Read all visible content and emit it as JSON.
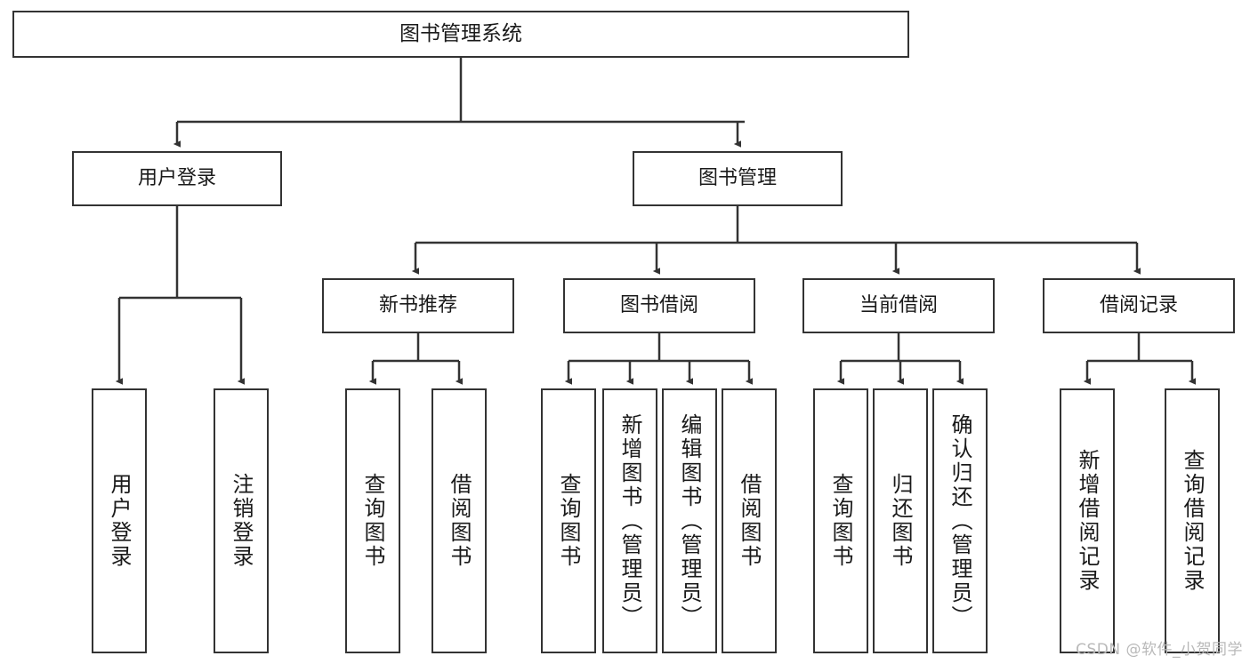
{
  "diagram": {
    "title": "图书管理系统",
    "type": "tree",
    "watermark": "CSDN @软件_小贺同学",
    "colors": {
      "stroke": "#333333",
      "fill": "#ffffff",
      "text": "#1a1a1a",
      "watermark": "#b9b9b9"
    },
    "root": {
      "label": "图书管理系统"
    },
    "level2": [
      {
        "label": "用户登录"
      },
      {
        "label": "图书管理"
      }
    ],
    "level3": [
      {
        "label": "新书推荐"
      },
      {
        "label": "图书借阅"
      },
      {
        "label": "当前借阅"
      },
      {
        "label": "借阅记录"
      }
    ],
    "leaves": {
      "user_login": [
        {
          "label": "用户登录"
        },
        {
          "label": "注销登录"
        }
      ],
      "new_book_recommend": [
        {
          "label": "查询图书"
        },
        {
          "label": "借阅图书"
        }
      ],
      "book_borrow": [
        {
          "label": "查询图书"
        },
        {
          "label": "新增图书（管理员）"
        },
        {
          "label": "编辑图书（管理员）"
        },
        {
          "label": "借阅图书"
        }
      ],
      "current_borrow": [
        {
          "label": "查询图书"
        },
        {
          "label": "归还图书"
        },
        {
          "label": "确认归还（管理员）"
        }
      ],
      "borrow_record": [
        {
          "label": "新增借阅记录"
        },
        {
          "label": "查询借阅记录"
        }
      ]
    }
  }
}
